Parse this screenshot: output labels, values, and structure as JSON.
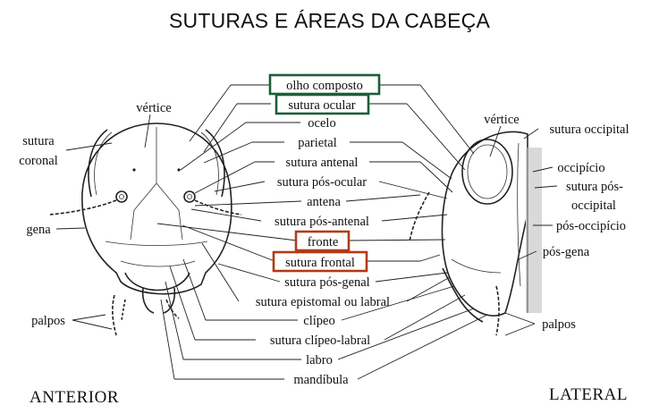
{
  "title": "SUTURAS E ÁREAS DA CABEÇA",
  "colors": {
    "highlight_green": "#1b5e3a",
    "highlight_red": "#b23a17"
  },
  "center_labels": {
    "olho_composto": "olho composto",
    "sutura_ocular": "sutura ocular",
    "ocelo": "ocelo",
    "parietal": "parietal",
    "sutura_antenal": "sutura antenal",
    "sutura_pos_ocular": "sutura pós-ocular",
    "antena": "antena",
    "sutura_pos_antenal": "sutura pós-antenal",
    "fronte": "fronte",
    "sutura_frontal": "sutura frontal",
    "sutura_pos_genal": "sutura pós-genal",
    "sutura_epistomal": "sutura epistomal ou labral",
    "clipeo": "clípeo",
    "sutura_clipeo_labral": "sutura clípeo-labral",
    "labro": "labro",
    "mandibula": "mandíbula"
  },
  "left_labels": {
    "vertice": "vértice",
    "sutura": "sutura",
    "coronal": "coronal",
    "gena": "gena",
    "palpos": "palpos"
  },
  "right_labels": {
    "vertice": "vértice",
    "sutura_occipital": "sutura occipital",
    "occipicio": "occipício",
    "sutura_pos": "sutura pós-",
    "occipital": "occipital",
    "pos_occipicio": "pós-occipício",
    "pos_gena": "pós-gena",
    "palpos": "palpos"
  },
  "views": {
    "anterior": "ANTERIOR",
    "lateral": "LATERAL"
  }
}
